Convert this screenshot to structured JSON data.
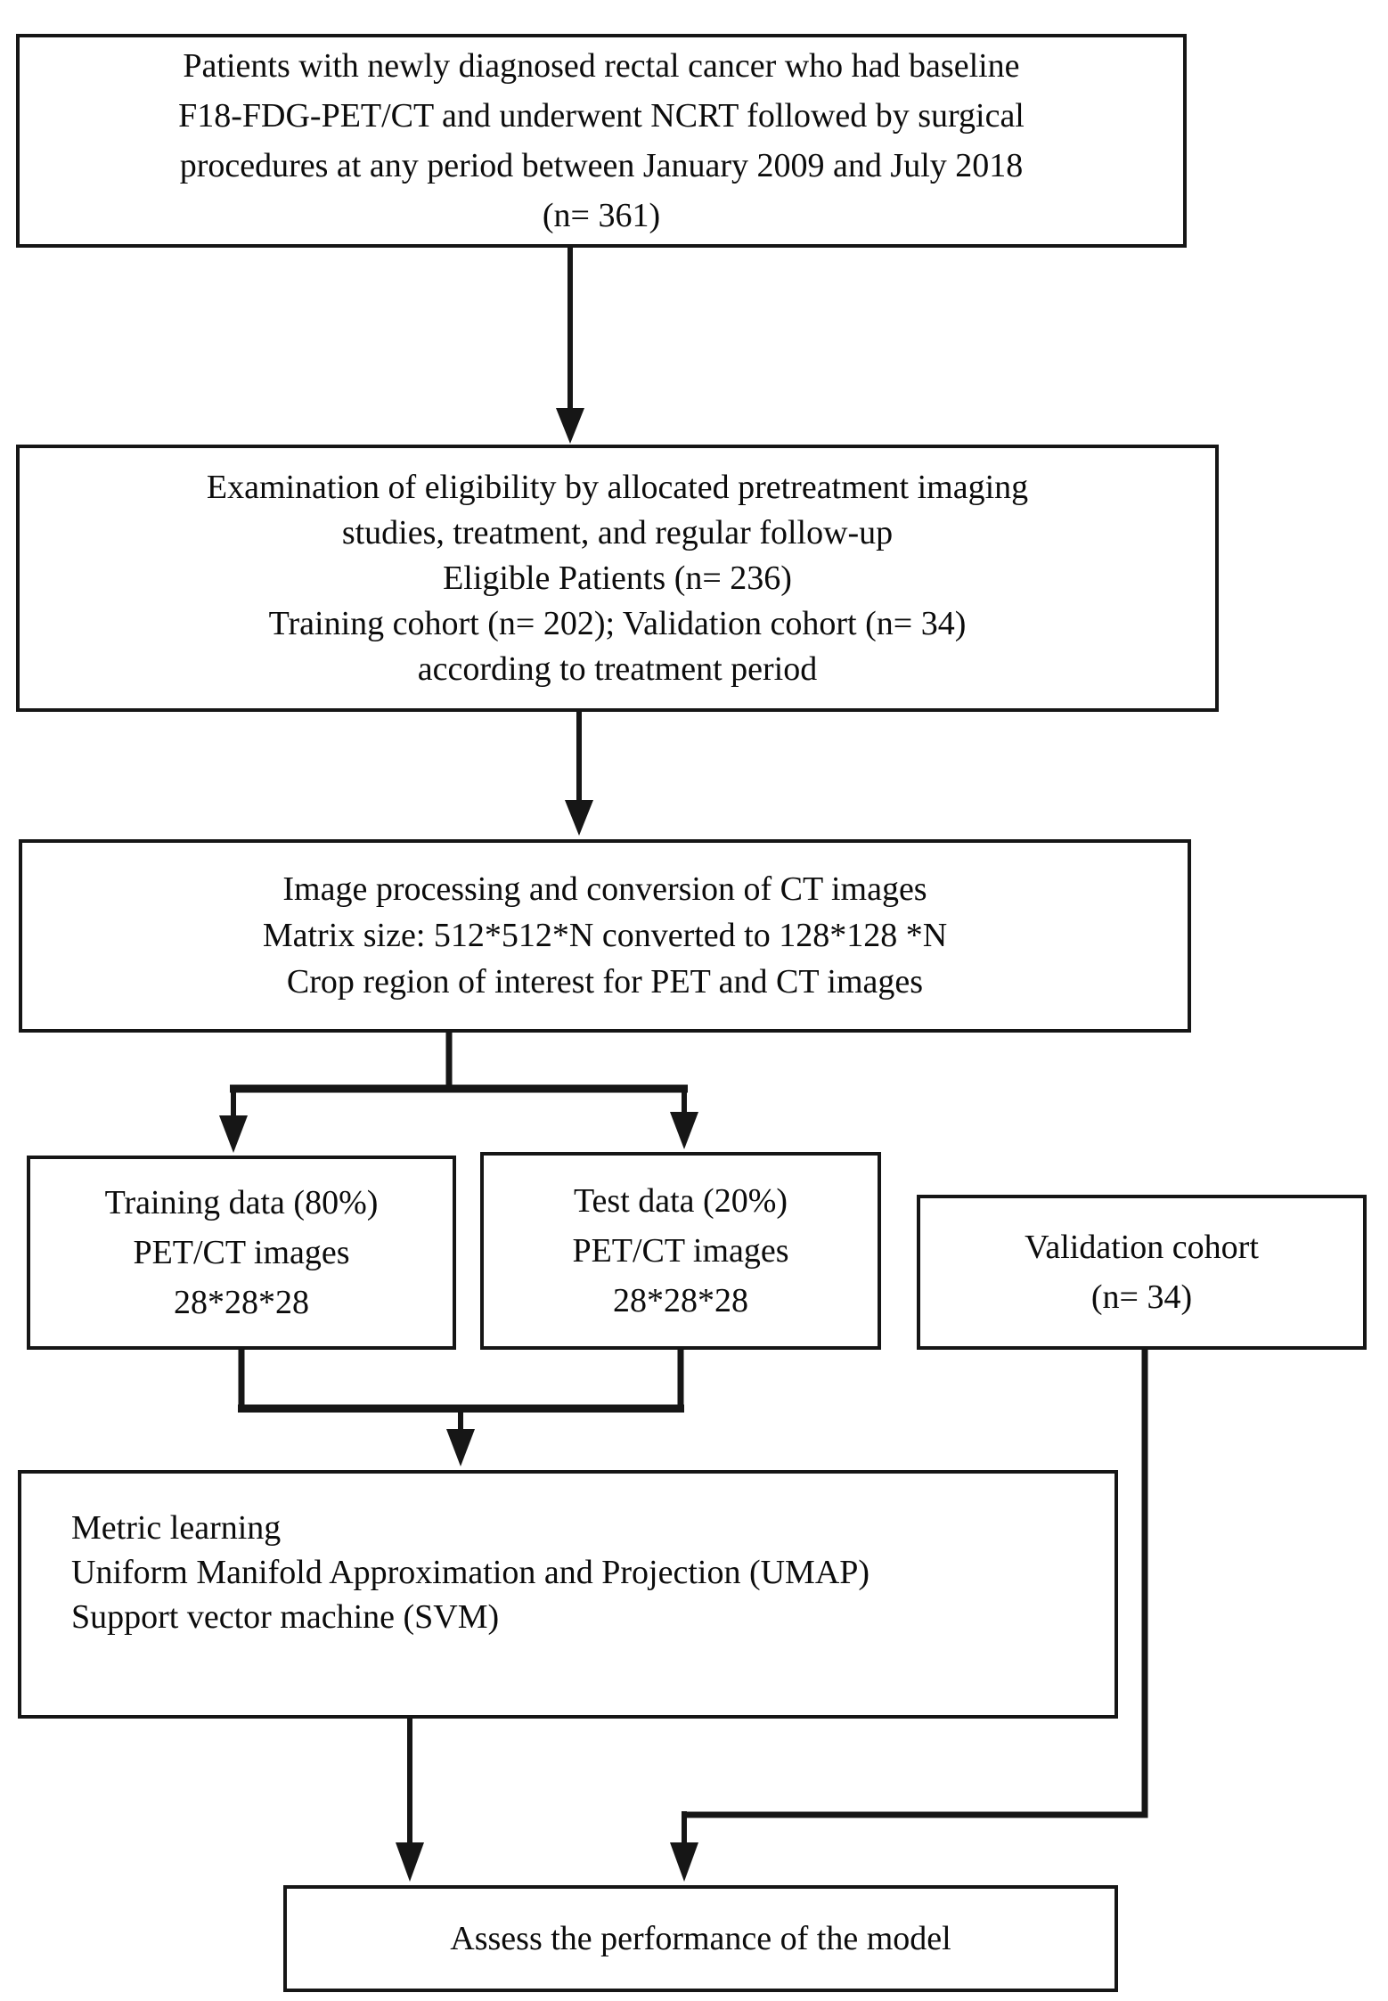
{
  "diagram": {
    "type": "flowchart",
    "title": "Patient selection and model building flow",
    "background_color": "#ffffff",
    "line_color": "#161616",
    "text_color": "#0c0c0c",
    "nodes": {
      "patients": {
        "lines": [
          "Patients with newly diagnosed rectal cancer who had baseline",
          "F18-FDG-PET/CT and underwent NCRT followed by surgical",
          "procedures at any period between January 2009 and July 2018",
          "(n= 361)"
        ]
      },
      "eligibility": {
        "lines": [
          "Examination of eligibility by allocated pretreatment imaging",
          "studies, treatment, and regular follow-up",
          "Eligible Patients (n= 236)",
          "Training cohort (n= 202); Validation cohort (n= 34)",
          "according to treatment period"
        ]
      },
      "processing": {
        "lines": [
          "Image processing and conversion of CT images",
          "Matrix size: 512*512*N converted to 128*128 *N",
          "Crop region of interest for PET and CT images"
        ]
      },
      "training": {
        "lines": [
          "Training data (80%)",
          "PET/CT images",
          "28*28*28"
        ]
      },
      "test": {
        "lines": [
          "Test data (20%)",
          "PET/CT images",
          "28*28*28"
        ]
      },
      "validation": {
        "lines": [
          "Validation cohort",
          "(n= 34)"
        ]
      },
      "metric": {
        "lines": [
          "Metric learning",
          "Uniform Manifold Approximation and Projection (UMAP)",
          "Support vector machine (SVM)"
        ]
      },
      "assess": {
        "lines": [
          "Assess the performance of the model"
        ]
      }
    },
    "edges": [
      {
        "from": "patients",
        "to": "eligibility"
      },
      {
        "from": "eligibility",
        "to": "processing"
      },
      {
        "from": "processing",
        "to": "training"
      },
      {
        "from": "processing",
        "to": "test"
      },
      {
        "from": "training",
        "to": "metric"
      },
      {
        "from": "test",
        "to": "metric"
      },
      {
        "from": "metric",
        "to": "assess"
      },
      {
        "from": "validation",
        "to": "assess"
      }
    ]
  }
}
